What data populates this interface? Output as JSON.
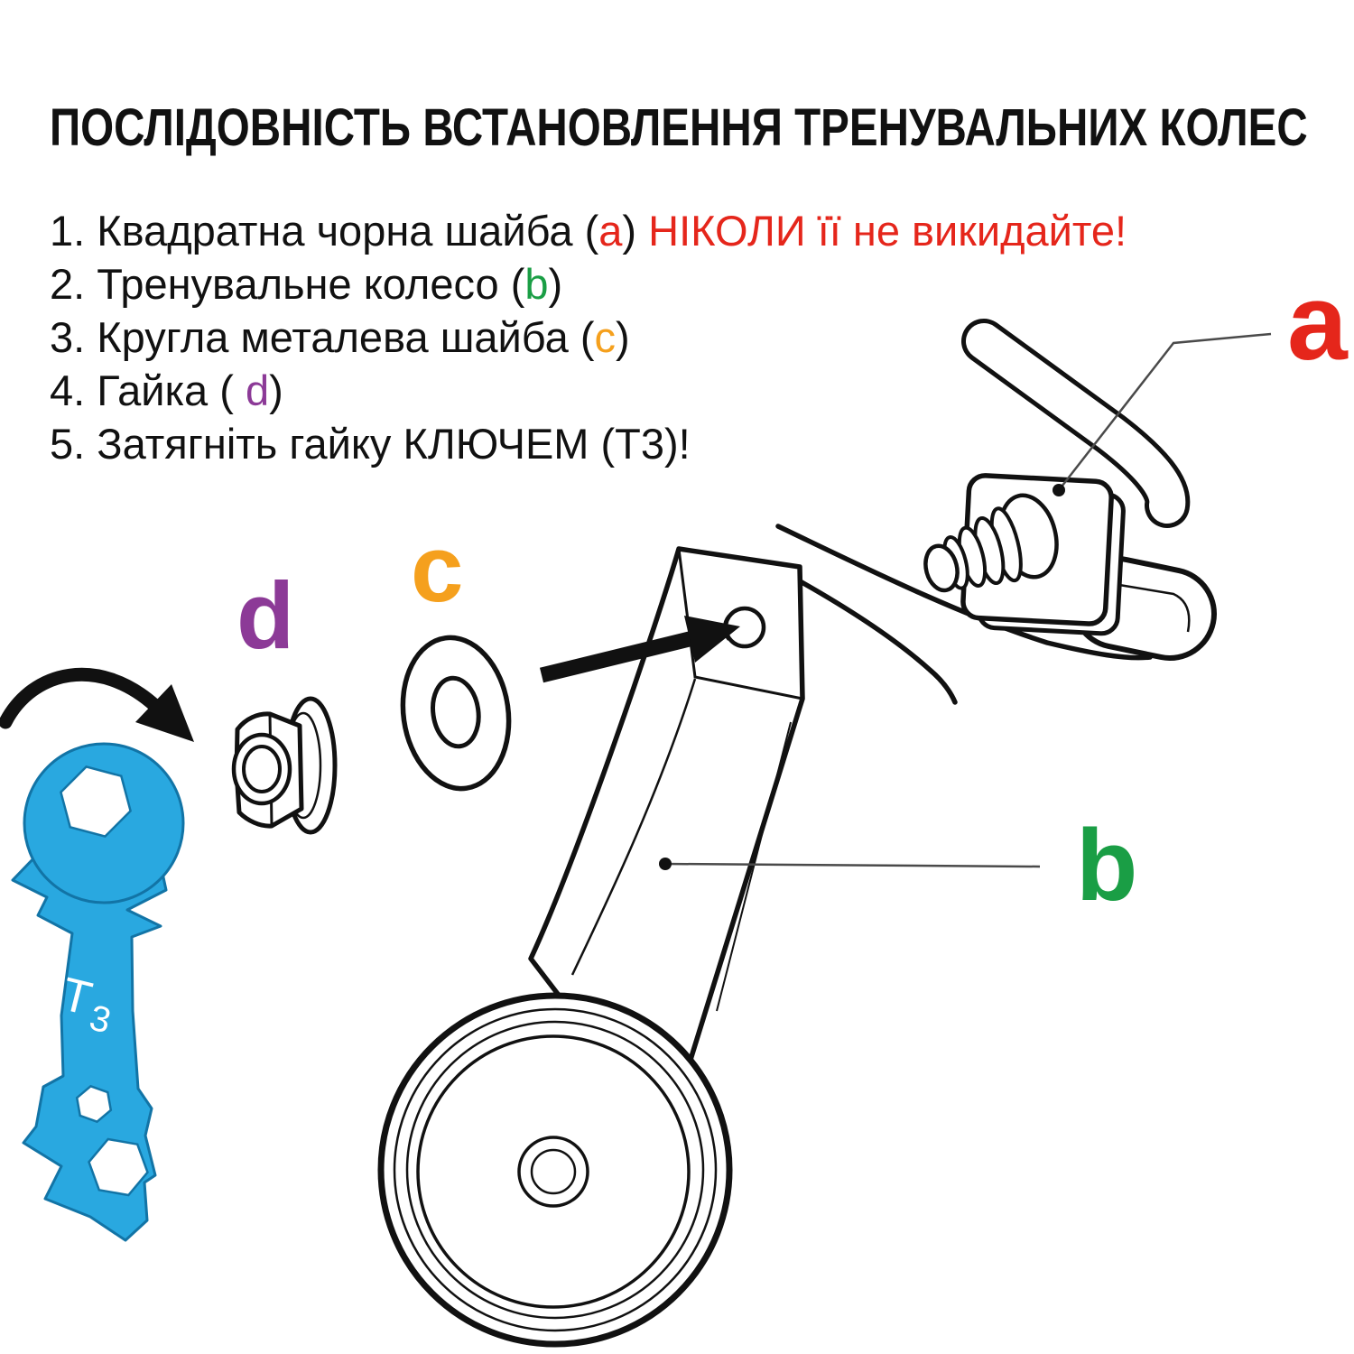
{
  "title": "ПОСЛІДОВНІСТЬ ВСТАНОВЛЕННЯ ТРЕНУВАЛЬНИХ КОЛЕС",
  "instructions": {
    "item1": {
      "lead": "1. Квадратна чорна шайба (",
      "letter": "a",
      "close": ") ",
      "warning": "НІКОЛИ її не викидайте!"
    },
    "item2": {
      "lead": "2. Тренувальне колесо (",
      "letter": "b",
      "close": ")"
    },
    "item3": {
      "lead": "3. Кругла металева шайба (",
      "letter": "c",
      "close": ")"
    },
    "item4": {
      "lead": "4. Гайка ( ",
      "letter": "d",
      "close": ")"
    },
    "item5": {
      "lead": "5. Затягніть гайку КЛЮЧЕМ (Т3)!"
    }
  },
  "diagram": {
    "label_a": "a",
    "label_b": "b",
    "label_c": "c",
    "label_d": "d",
    "wrench_label_t": "Т",
    "wrench_label_3": "3"
  },
  "colors": {
    "a": "#e5261b",
    "b": "#1a9e45",
    "c": "#f5a01d",
    "d": "#8c3a97",
    "warning": "#e5261b",
    "wrench": "#29a8e0",
    "wrench_outline": "#1274a6",
    "line_art": "#111111",
    "leader": "#4a4a4a"
  }
}
